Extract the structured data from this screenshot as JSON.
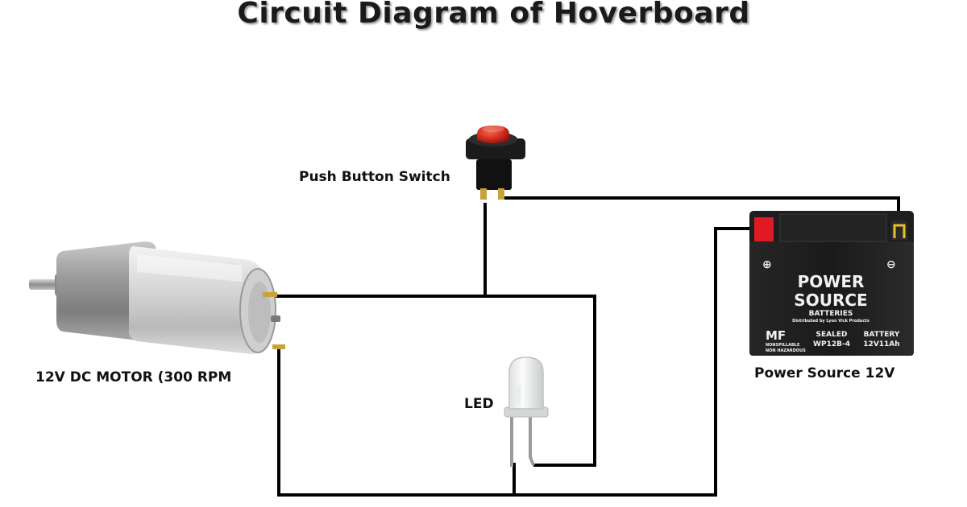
{
  "title": "Circuit Diagram of Hoverboard",
  "labels": {
    "push_button": "Push Button Switch",
    "motor": "12V DC MOTOR (300 RPM",
    "led": "LED",
    "power": "Power Source 12V"
  },
  "battery": {
    "brand_line1": "POWER",
    "brand_line2": "SOURCE",
    "brand_line3": "BATTERIES",
    "distributed": "Distributed by Lyon Vick Products",
    "mf": "MF",
    "nonspillable": "NONSPILLABLE",
    "nonhazardous": "NON HAZARDOUS",
    "sealed": "SEALED",
    "model": "WP12B-4",
    "battery_word": "BATTERY",
    "rating": "12V11Ah",
    "plus": "⊕",
    "minus": "⊖"
  },
  "colors": {
    "wire": "#000000",
    "switch_button": "#d22a1c",
    "battery_body": "#1c1c1c",
    "positive_terminal": "#e01a22",
    "negative_terminal": "#e8c02a"
  }
}
